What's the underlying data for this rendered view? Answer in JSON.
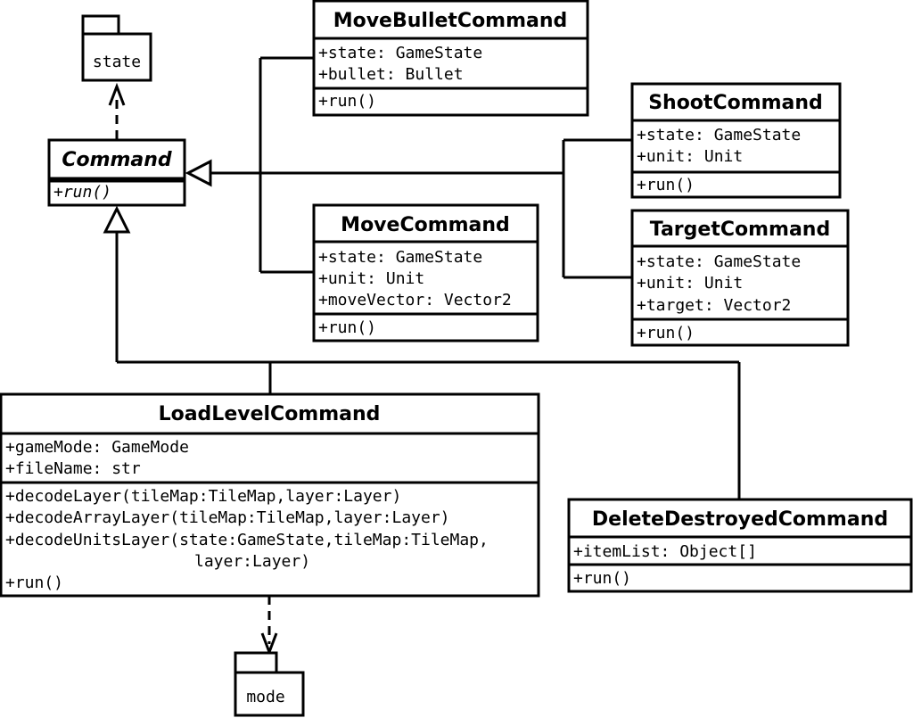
{
  "packages": {
    "state": "state",
    "mode": "mode"
  },
  "classes": {
    "command": {
      "name": "Command",
      "methods": [
        "+run()"
      ]
    },
    "move_bullet": {
      "name": "MoveBulletCommand",
      "attributes": [
        "+state: GameState",
        "+bullet: Bullet"
      ],
      "methods": [
        "+run()"
      ]
    },
    "shoot": {
      "name": "ShootCommand",
      "attributes": [
        "+state: GameState",
        "+unit: Unit"
      ],
      "methods": [
        "+run()"
      ]
    },
    "move": {
      "name": "MoveCommand",
      "attributes": [
        "+state: GameState",
        "+unit: Unit",
        "+moveVector: Vector2"
      ],
      "methods": [
        "+run()"
      ]
    },
    "target": {
      "name": "TargetCommand",
      "attributes": [
        "+state: GameState",
        "+unit: Unit",
        "+target: Vector2"
      ],
      "methods": [
        "+run()"
      ]
    },
    "load_level": {
      "name": "LoadLevelCommand",
      "attributes": [
        "+gameMode: GameMode",
        "+fileName: str"
      ],
      "methods": [
        "+decodeLayer(tileMap:TileMap,layer:Layer)",
        "+decodeArrayLayer(tileMap:TileMap,layer:Layer)",
        "+decodeUnitsLayer(state:GameState,tileMap:TileMap,",
        "layer:Layer)",
        "+run()"
      ]
    },
    "delete_destroyed": {
      "name": "DeleteDestroyedCommand",
      "attributes": [
        "+itemList: Object[]"
      ],
      "methods": [
        "+run()"
      ]
    }
  }
}
